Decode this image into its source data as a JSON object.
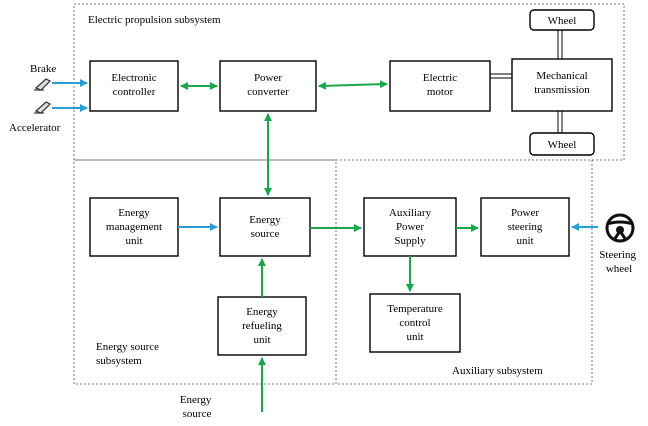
{
  "subsystems": {
    "propulsion": "Electric propulsion subsystem",
    "energy_source": [
      "Energy source",
      "subsystem"
    ],
    "auxiliary": "Auxiliary subsystem"
  },
  "blocks": {
    "electronic_controller": [
      "Electronic",
      "controller"
    ],
    "power_converter": [
      "Power",
      "converter"
    ],
    "electric_motor": [
      "Electric",
      "motor"
    ],
    "mechanical_transmission": [
      "Mechanical",
      "transmission"
    ],
    "wheel_top": "Wheel",
    "wheel_bottom": "Wheel",
    "energy_management_unit": [
      "Energy",
      "management",
      "unit"
    ],
    "energy_source": [
      "Energy",
      "source"
    ],
    "energy_refueling_unit": [
      "Energy",
      "refueling",
      "unit"
    ],
    "auxiliary_power_supply": [
      "Auxiliary",
      "Power",
      "Supply"
    ],
    "power_steering_unit": [
      "Power",
      "steering",
      "unit"
    ],
    "temperature_control_unit": [
      "Temperature",
      "control",
      "unit"
    ]
  },
  "inputs": {
    "brake": "Brake",
    "accelerator": "Accelerator",
    "steering_wheel": [
      "Steering",
      "wheel"
    ],
    "energy_source_input": [
      "Energy",
      "source"
    ]
  },
  "colors": {
    "green_arrow": "#1aa64a",
    "blue_arrow": "#2a9fd6",
    "dashed_border": "#777777"
  },
  "icons": {
    "brake": "pedal-icon",
    "accelerator": "pedal-icon",
    "steering": "steering-wheel-icon"
  }
}
